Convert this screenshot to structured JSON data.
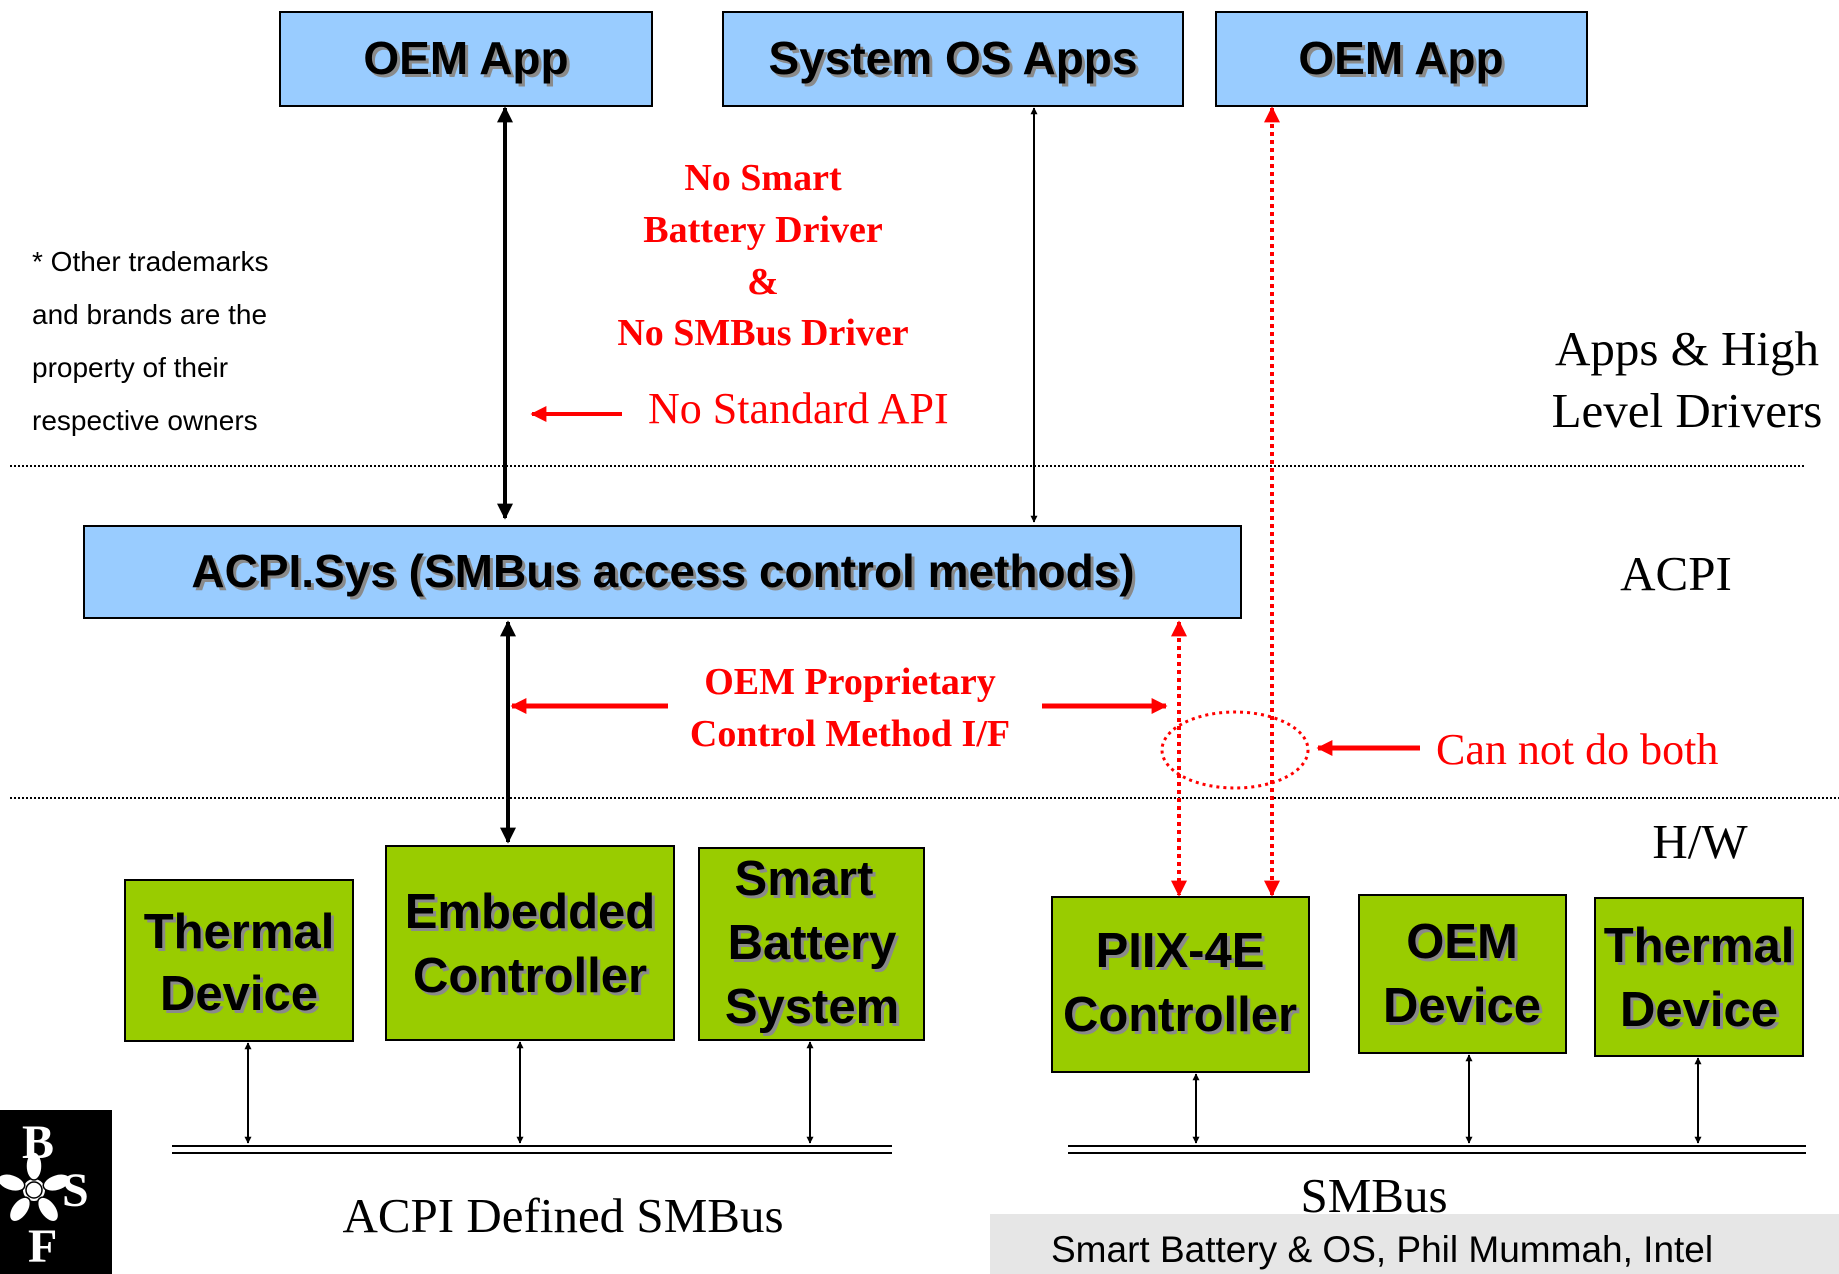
{
  "top_boxes": {
    "oem_app_left": "OEM App",
    "system_os_apps": "System OS Apps",
    "oem_app_right": "OEM App"
  },
  "acpi_sys_box": "ACPI.Sys (SMBus access  control methods)",
  "acpi_devices": {
    "thermal_device": [
      "Thermal",
      "Device"
    ],
    "embedded_controller": [
      "Embedded",
      "Controller"
    ],
    "smart_battery_system": [
      "Smart",
      "Battery",
      "System"
    ]
  },
  "smbus_devices": {
    "piix_controller": [
      "PIIX-4E",
      "Controller"
    ],
    "oem_device": [
      "OEM",
      "Device"
    ],
    "thermal_device": [
      "Thermal",
      "Device"
    ]
  },
  "red_annotations": {
    "no_driver": [
      "No Smart",
      "Battery Driver",
      "&",
      "No SMBus Driver"
    ],
    "no_standard_api": "No Standard API",
    "oem_proprietary": [
      "OEM Proprietary",
      "Control Method I/F"
    ],
    "can_not_do_both": "Can not do both"
  },
  "layer_labels": {
    "apps": [
      "Apps & High",
      "Level Drivers"
    ],
    "acpi": "ACPI",
    "hw": "H/W"
  },
  "bus_labels": {
    "acpi_bus": "ACPI Defined SMBus",
    "smbus": "SMBus"
  },
  "note": [
    "* Other trademarks",
    "and brands are the",
    "property of their",
    "respective owners"
  ],
  "logo_letters": [
    "B",
    "S",
    "F"
  ],
  "footer": "Smart Battery & OS, Phil Mummah, Intel",
  "colors": {
    "blue_box": "#99ccff",
    "green_box": "#99cc00",
    "red": "#ff0000",
    "footer_bg": "#e6e6e6"
  }
}
